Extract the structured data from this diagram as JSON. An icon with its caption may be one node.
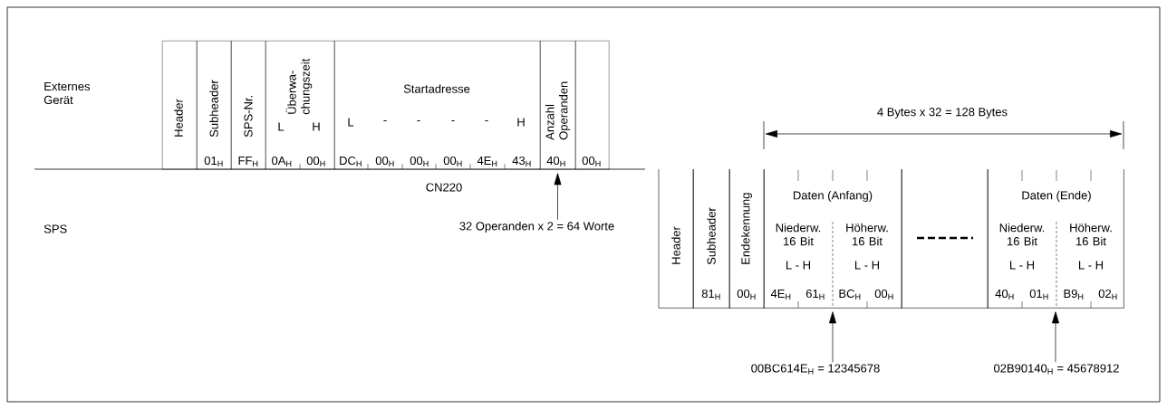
{
  "diagram": {
    "nodes": [
      {
        "text": [
          "Header"
        ]
      },
      {
        "text": [
          "Subheader",
          "01$_{H}$"
        ]
      },
      {
        "text": [
          "SPS-Nr.",
          "FF$_{H}$"
        ]
      },
      {
        "text": [
          "Überwa- chungszeit",
          "L",
          "H",
          "0A$_{H}$",
          "00$_{H}$"
        ]
      },
      {
        "text": [
          "Startadresse",
          "L",
          "-",
          "-",
          "-",
          "-",
          "H",
          "DC$_{H}$",
          "00$_{H}$",
          "00$_{H}$",
          "00$_{H}$",
          "4E$_{H}$",
          "43$_{H}$"
        ]
      },
      {
        "text": [
          "Anzahl Operanden",
          "40$_{H}$"
        ]
      },
      {
        "text": [
          "00$_{H}$"
        ]
      },
      {
        "text": [
          "32 Operanden x 2 = 64 Worte"
        ]
      },
      {
        "text": [
          "Header"
        ]
      },
      {
        "text": [
          "Subheader",
          "81$_{H}$"
        ]
      },
      {
        "text": [
          "Endekennung",
          "00$_{H}$"
        ]
      },
      {
        "text": [
          "Daten (Anfang)",
          "Niederw. 16 Bit",
          "Höherw. 16 Bit",
          "L - H",
          "L - H",
          "4E$_{H}$",
          "61$_{H}$",
          "BC$_{H}$",
          "00$_{H}$"
        ]
      },
      {
        "text": [],
        "shape": "box"
      },
      {
        "text": [
          "Daten (Ende)",
          "Niederw. 16 Bit",
          "Höherw. 16 Bit",
          "L - H",
          "L - H",
          "40$_{H}$",
          "01$_{H}$",
          "B9$_{H}$",
          "02$_{H}$"
        ]
      },
      {
        "text": [
          "00BC614E$_{H}$ = 12345678"
        ]
      },
      {
        "text": [
          "02B90140$_{H}$ = 45678912"
        ]
      }
    ],
    "edges": [
      {
        "from": 7,
        "to": 5,
        "arrow": "to"
      },
      {
        "from": 14,
        "to": 11,
        "arrow": "to"
      },
      {
        "from": 15,
        "to": 13,
        "arrow": "to"
      }
    ],
    "labels": [
      "Externes Gerät",
      "SPS",
      "CN220",
      "4 Bytes x 32 = 128 Bytes"
    ]
  }
}
